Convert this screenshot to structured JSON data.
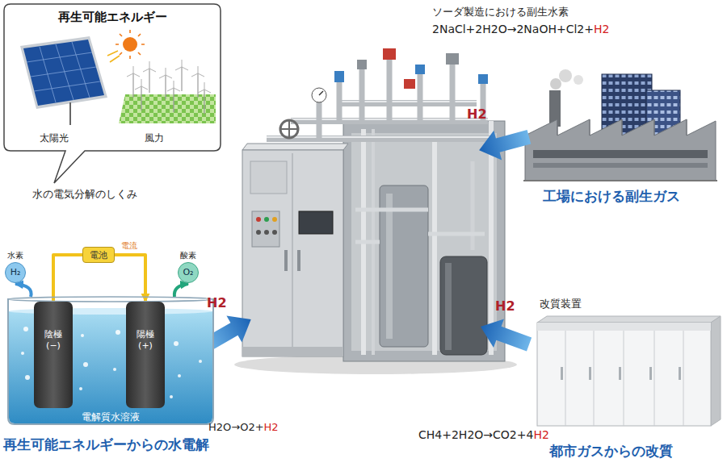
{
  "diagram": {
    "nodes": [
      {
        "text": [
          "再生可能エネルギー",
          "太陽光",
          "風力"
        ]
      },
      {
        "text": [
          "水素",
          "H₂"
        ]
      },
      {
        "text": [
          "電池"
        ]
      },
      {
        "text": [
          "酸素",
          "O₂"
        ]
      },
      {
        "text": [
          "電解質水溶液"
        ]
      },
      {
        "text": [
          "陰極 (−)"
        ],
        "in": 4
      },
      {
        "text": [
          "陽極 (+)"
        ],
        "in": 4
      }
    ],
    "edges": [
      {
        "from": 5,
        "to": 2,
        "arrow": "none"
      },
      {
        "from": 2,
        "to": 6,
        "arrow": "to",
        "label": "電流"
      },
      {
        "from": 4,
        "to": 1,
        "arrow": "to"
      },
      {
        "from": 4,
        "to": 3,
        "arrow": "to"
      }
    ],
    "labels": [
      "水の電気分解のしくみ",
      "H2O→O2+H2",
      "再生可能エネルギーからの水電解",
      "H2",
      "ソーダ製造における副生水素",
      "2NaCl+2H2O→2NaOH+Cl2+H2",
      "工場における副生ガス",
      "H2",
      "改質装置",
      "CH4+2H2O→CO2+4H2",
      "都市ガスからの改質",
      "H2"
    ]
  }
}
